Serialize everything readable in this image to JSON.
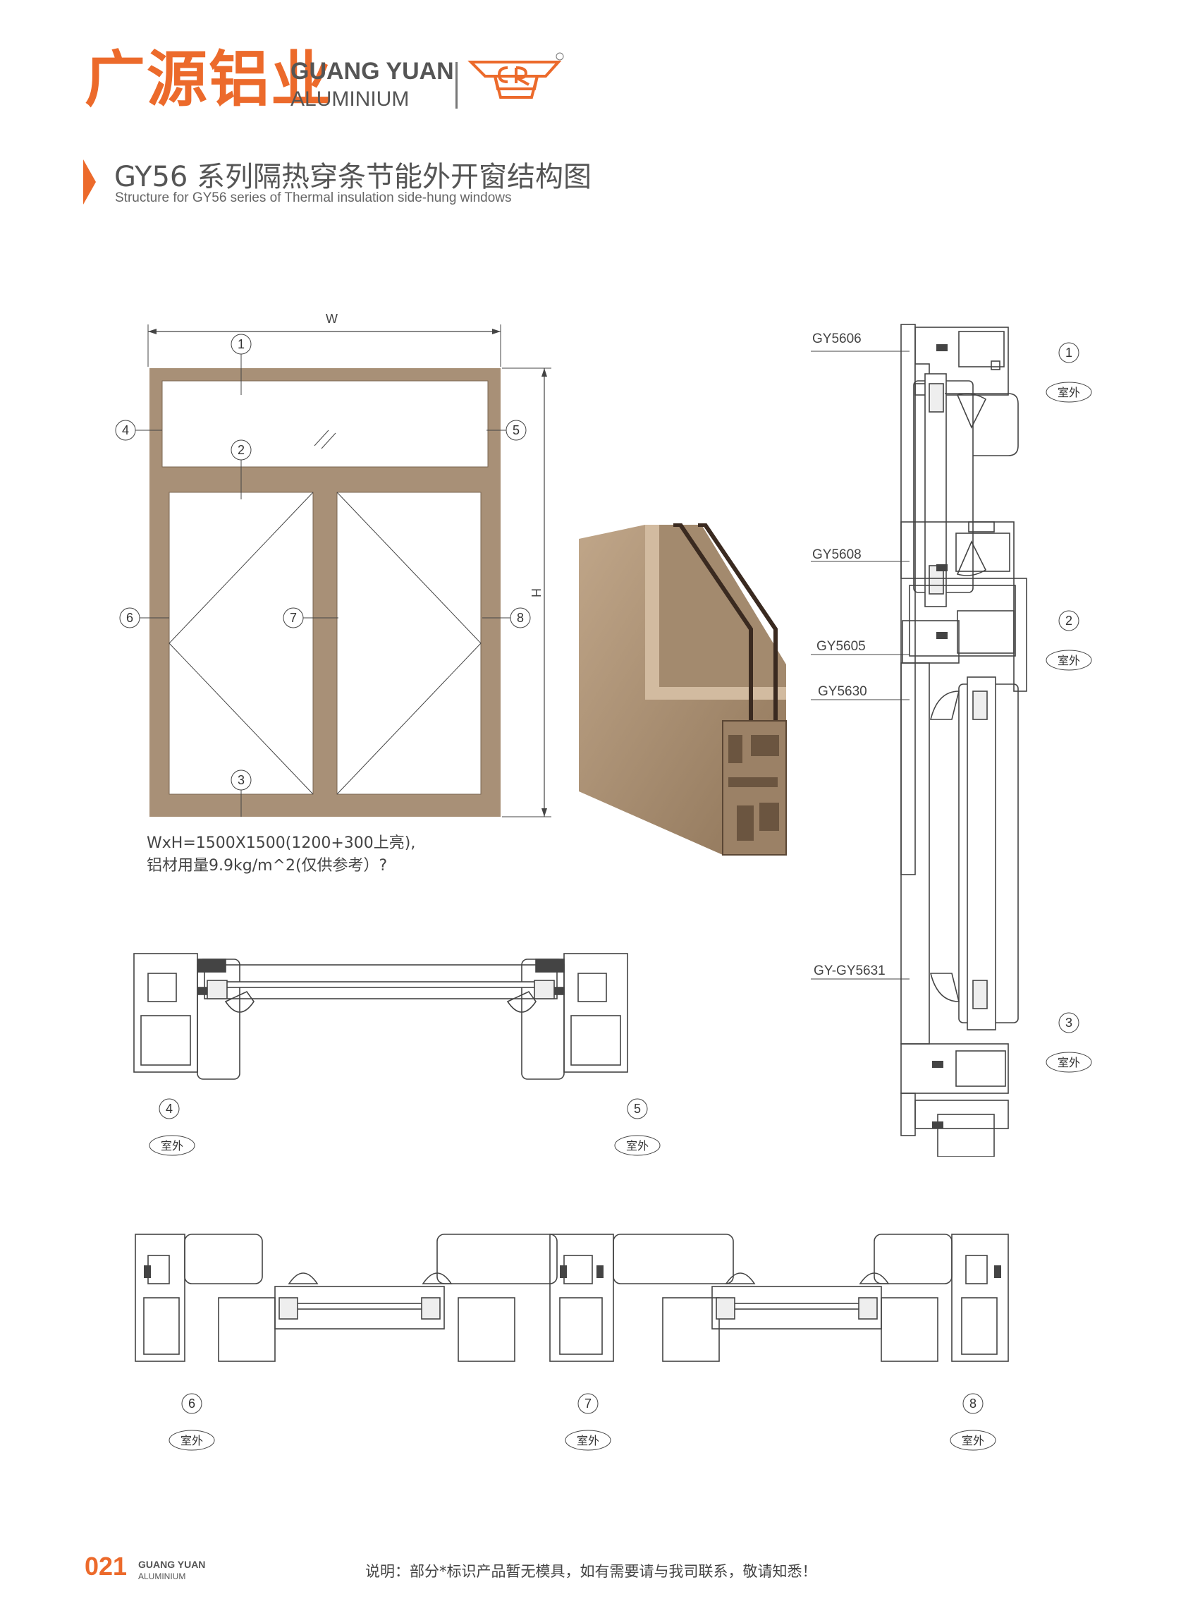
{
  "header": {
    "brand_cn": "广源铝业",
    "brand_en_line1": "GUANG YUAN",
    "brand_en_line2": "ALUMINIUM",
    "logo_icon": "gr-logo-icon",
    "accent_color": "#ec6a2b"
  },
  "title": {
    "main": "GY56 系列隔热穿条节能外开窗结构图",
    "subtitle": "Structure for GY56 series of Thermal insulation side-hung windows"
  },
  "elevation": {
    "width_label": "W",
    "height_label": "H",
    "markers": [
      "1",
      "2",
      "3",
      "4",
      "5",
      "6",
      "7",
      "8"
    ],
    "frame_color": "#a89077",
    "caption_line1": "WxH=1500X1500(1200+300上亮),",
    "caption_line2": "铝材用量9.9kg/m^2(仅供参考）?"
  },
  "vertical_section": {
    "profiles": [
      "GY5606",
      "GY5608",
      "GY5605",
      "GY5630",
      "GY-GY5631"
    ],
    "markers": [
      "1",
      "2",
      "3"
    ],
    "outdoor_label": "室外"
  },
  "horizontal_section_top": {
    "markers": [
      "4",
      "5"
    ],
    "outdoor_label": "室外"
  },
  "horizontal_section_bottom": {
    "markers": [
      "6",
      "7",
      "8"
    ],
    "outdoor_label": "室外"
  },
  "footer": {
    "page_number": "021",
    "brand_line1": "GUANG YUAN",
    "brand_line2": "ALUMINIUM",
    "note": "说明：部分*标识产品暂无模具，如有需要请与我司联系，敬请知悉！"
  }
}
